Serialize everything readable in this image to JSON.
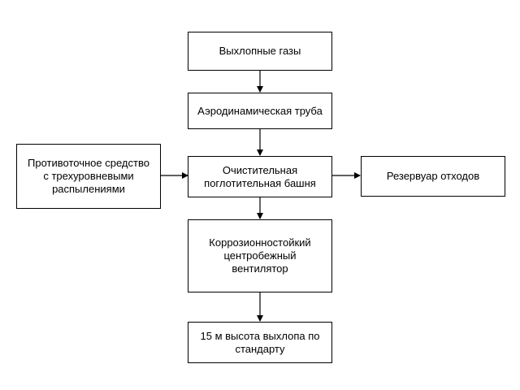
{
  "diagram": {
    "nodes": {
      "exhaust": {
        "label": "Выхлопные газы"
      },
      "wind_tunnel": {
        "label": "Аэродинамическая труба"
      },
      "counterflow": {
        "label": "Противоточное средство\nс трехуровневыми\nраспылениями"
      },
      "tower": {
        "label": "Очистительная\nпоглотительная башня"
      },
      "waste_tank": {
        "label": "Резервуар отходов"
      },
      "fan": {
        "label": "Коррозионностойкий\nцентробежный\nвентилятор"
      },
      "stack": {
        "label": "15 м высота выхлопа по\nстандарту"
      }
    },
    "edges": [
      {
        "from": "exhaust",
        "to": "wind_tunnel"
      },
      {
        "from": "wind_tunnel",
        "to": "tower"
      },
      {
        "from": "counterflow",
        "to": "tower"
      },
      {
        "from": "tower",
        "to": "waste_tank"
      },
      {
        "from": "tower",
        "to": "fan"
      },
      {
        "from": "fan",
        "to": "stack"
      }
    ]
  }
}
